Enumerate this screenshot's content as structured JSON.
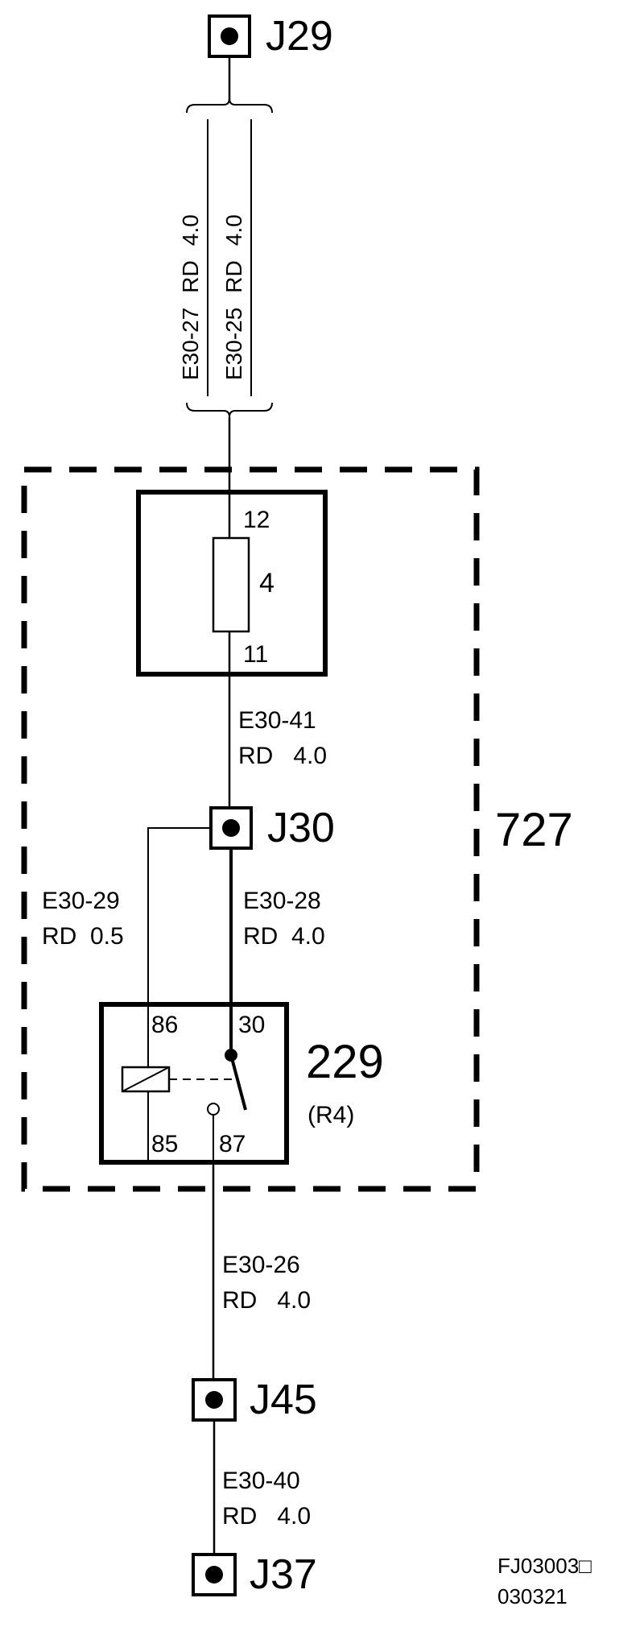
{
  "diagram": {
    "connectors": {
      "j29": "J29",
      "j30": "J30",
      "j45": "J45",
      "j37": "J37"
    },
    "bundle_wires": [
      {
        "id": "E30-27",
        "color": "RD",
        "size": "4.0"
      },
      {
        "id": "E30-25",
        "color": "RD",
        "size": "4.0"
      }
    ],
    "fuse": {
      "pin_in": "12",
      "number": "4",
      "pin_out": "11"
    },
    "wires": {
      "e30_41": {
        "id": "E30-41",
        "spec": "RD   4.0"
      },
      "e30_29": {
        "id": "E30-29",
        "spec": "RD  0.5"
      },
      "e30_28": {
        "id": "E30-28",
        "spec": "RD  4.0"
      },
      "e30_26": {
        "id": "E30-26",
        "spec": "RD   4.0"
      },
      "e30_40": {
        "id": "E30-40",
        "spec": "RD   4.0"
      }
    },
    "relay": {
      "number": "229",
      "designation": "(R4)",
      "pins": {
        "p86": "86",
        "p30": "30",
        "p85": "85",
        "p87": "87"
      }
    },
    "module_number": "727",
    "figure_code": "FJ03003□",
    "figure_date": "030321"
  }
}
